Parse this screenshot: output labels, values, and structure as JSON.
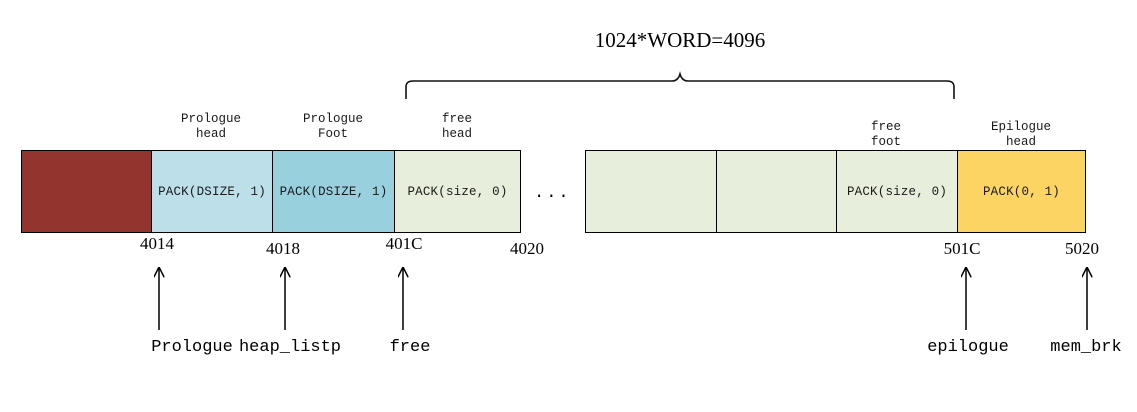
{
  "diagram": {
    "title": "1024*WORD=4096",
    "ellipsis": "...",
    "captions": {
      "prologue_head": "Prologue\nhead",
      "prologue_head_l1": "Prologue",
      "prologue_head_l2": "head",
      "prologue_foot_l1": "Prologue",
      "prologue_foot_l2": "Foot",
      "free_head_l1": "free",
      "free_head_l2": "head",
      "free_foot_l1": "free",
      "free_foot_l2": "foot",
      "epilogue_head_l1": "Epilogue",
      "epilogue_head_l2": "head"
    },
    "cells": [
      {
        "id": "padding",
        "text": "",
        "color": "#93352e"
      },
      {
        "id": "prologue-head",
        "text": "PACK(DSIZE, 1)",
        "color": "#bcdfe9"
      },
      {
        "id": "prologue-foot",
        "text": "PACK(DSIZE, 1)",
        "color": "#99d0dd"
      },
      {
        "id": "free-head",
        "text": "PACK(size, 0)",
        "color": "#e8eedc"
      },
      {
        "id": "free-payload-1",
        "text": "",
        "color": "#e8eedc"
      },
      {
        "id": "free-payload-2",
        "text": "",
        "color": "#e8eedc"
      },
      {
        "id": "free-foot",
        "text": "PACK(size, 0)",
        "color": "#e8eedc"
      },
      {
        "id": "epilogue-head",
        "text": "PACK(0, 1)",
        "color": "#fbd464"
      }
    ],
    "addresses": [
      {
        "id": "addr-4014",
        "text": "4014"
      },
      {
        "id": "addr-4018",
        "text": "4018"
      },
      {
        "id": "addr-401C",
        "text": "401C"
      },
      {
        "id": "addr-4020",
        "text": "4020"
      },
      {
        "id": "addr-501C",
        "text": "501C"
      },
      {
        "id": "addr-5020",
        "text": "5020"
      }
    ],
    "pointers": [
      {
        "id": "prologue",
        "text": "Prologue"
      },
      {
        "id": "heap-listp",
        "text": "heap_listp"
      },
      {
        "id": "free",
        "text": "free"
      },
      {
        "id": "epilogue",
        "text": "epilogue"
      },
      {
        "id": "mem-brk",
        "text": "mem_brk"
      }
    ],
    "colors": {
      "padding": "#93352e",
      "prologue_head": "#bcdfe9",
      "prologue_foot": "#99d0dd",
      "free_block": "#e8eedc",
      "epilogue": "#fbd464",
      "stroke": "#000000",
      "background": "#ffffff"
    }
  }
}
